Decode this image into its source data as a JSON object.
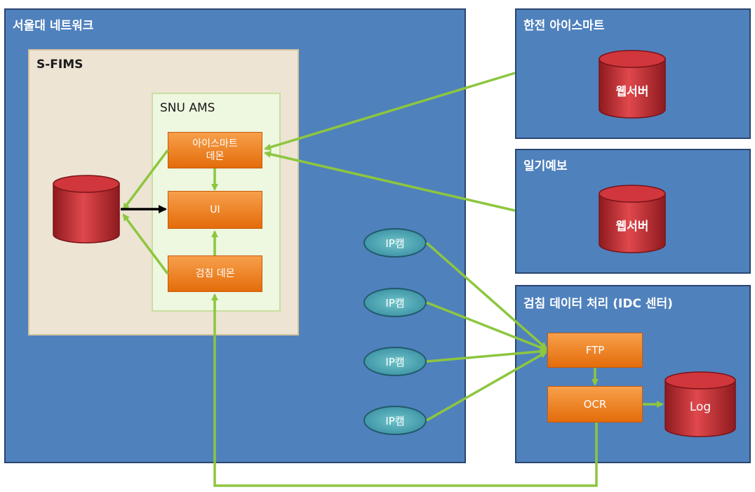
{
  "network": {
    "title": "서울대 네트워크"
  },
  "sfims": {
    "title": "S-FIMS"
  },
  "snu_ams": {
    "title": "SNU AMS",
    "ismart_daemon": "아이스마트\n데몬",
    "ui": "UI",
    "inspection_daemon": "검침 데몬"
  },
  "kepco": {
    "title": "한전 아이스마트",
    "server_label": "웹서버"
  },
  "weather": {
    "title": "일기예보",
    "server_label": "웹서버"
  },
  "idc": {
    "title": "검침 데이터 처리 (IDC 센터)",
    "ftp": "FTP",
    "ocr": "OCR",
    "log": "Log"
  },
  "ip_cams": [
    "IP캠",
    "IP캠",
    "IP캠",
    "IP캠"
  ],
  "colors": {
    "panel": "#4f81bd",
    "orange": "#e46c0a",
    "cylinder": "#c0272d",
    "arrow": "#8dc63f",
    "cam": "#31859c"
  }
}
